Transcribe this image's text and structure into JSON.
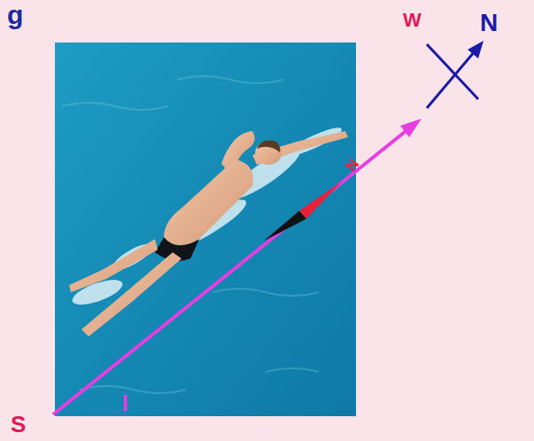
{
  "diagram": {
    "labels": [
      "g",
      "W",
      "N",
      "N",
      "S",
      "I"
    ]
  }
}
